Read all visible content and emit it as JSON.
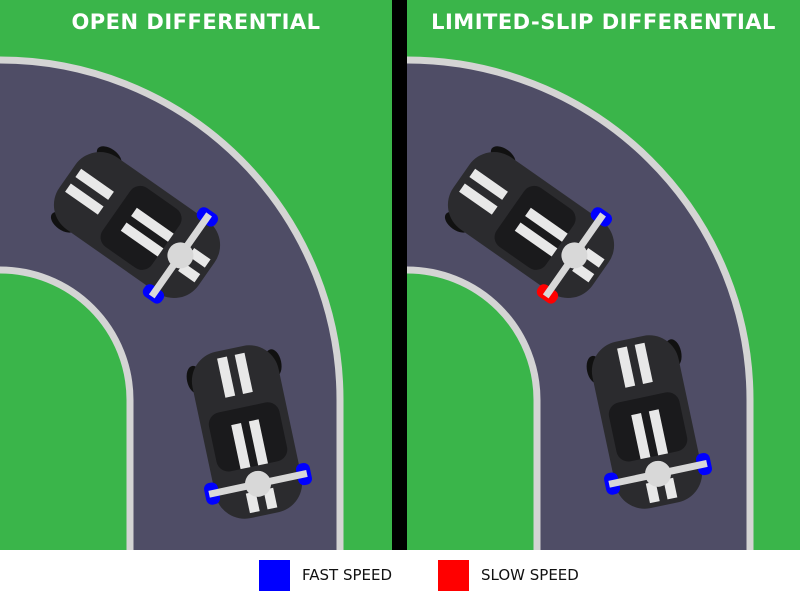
{
  "panels": [
    {
      "title": "OPEN DIFFERENTIAL",
      "car1_wheels": [
        "fast",
        "fast"
      ],
      "car2_wheels": [
        "fast",
        "fast"
      ]
    },
    {
      "title": "LIMITED-SLIP DIFFERENTIAL",
      "car1_wheels": [
        "fast",
        "slow"
      ],
      "car2_wheels": [
        "fast",
        "fast"
      ]
    }
  ],
  "legend": {
    "fast_label": "FAST SPEED",
    "slow_label": "SLOW SPEED"
  },
  "colors": {
    "fast": "#0000ff",
    "slow": "#ff0000",
    "grass": "#3ab54a",
    "road": "#4f4d66",
    "curb": "#d4d4d4",
    "divider": "#000000"
  }
}
